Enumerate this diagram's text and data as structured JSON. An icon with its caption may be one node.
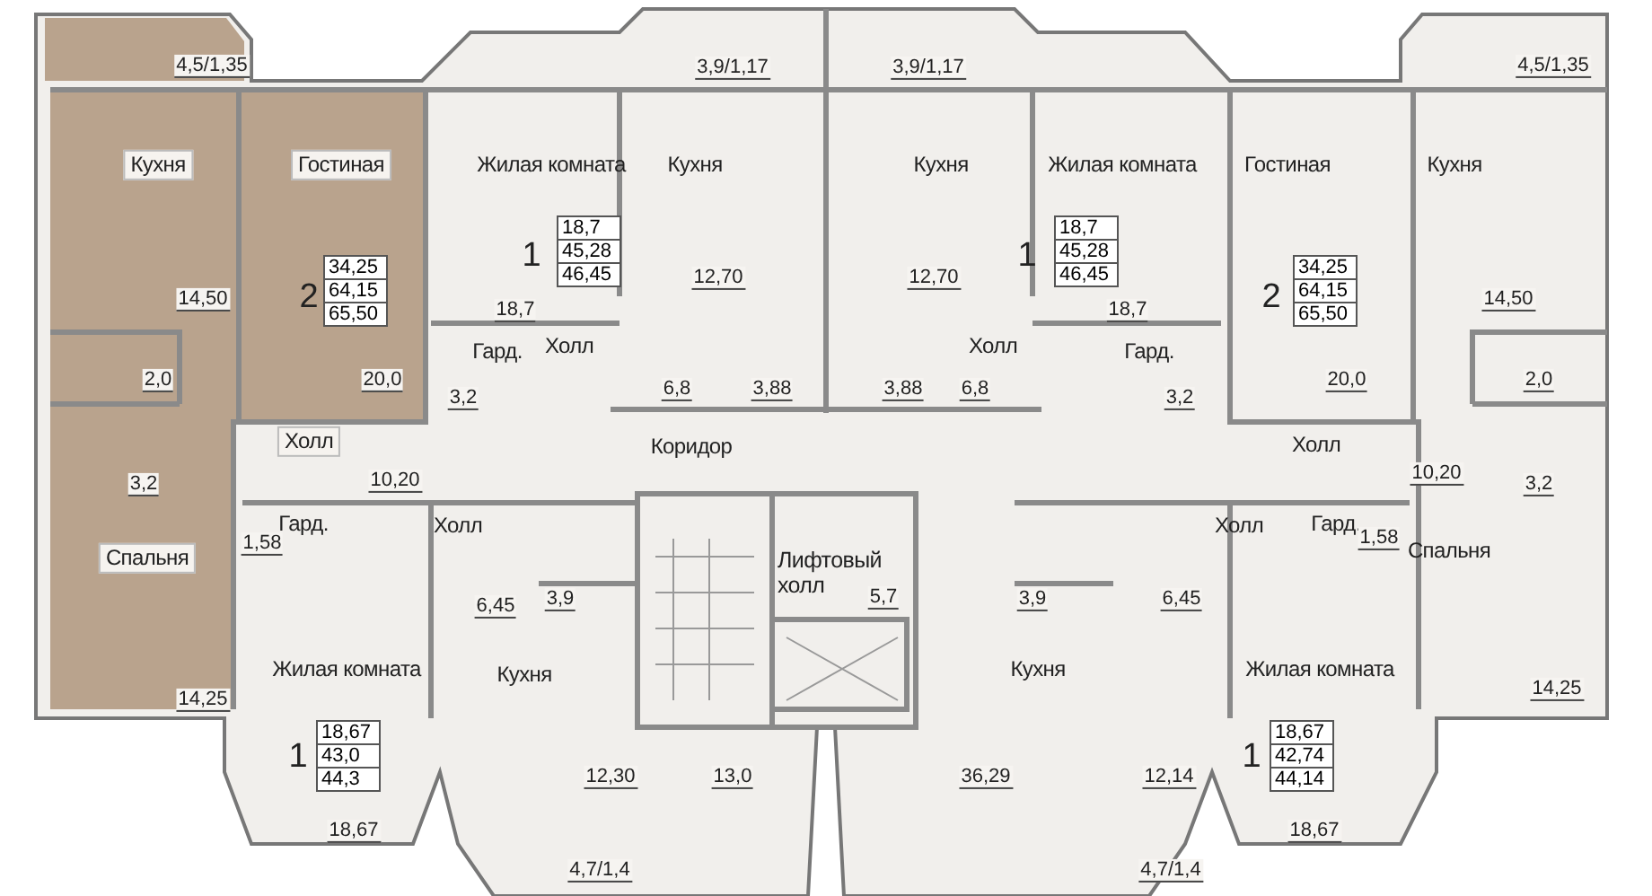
{
  "diagram": {
    "nodes": [
      {
        "text": [
          "34,25",
          "64,15",
          "65,50"
        ],
        "beside": [
          "2"
        ]
      },
      {
        "text": [
          "18,7",
          "45,28",
          "46,45"
        ],
        "beside": [
          "1"
        ]
      },
      {
        "text": [
          "18,7",
          "45,28",
          "46,45"
        ],
        "beside": [
          "1"
        ]
      },
      {
        "text": [
          "34,25",
          "64,15",
          "65,50"
        ],
        "beside": [
          "2"
        ]
      },
      {
        "text": [
          "18,67",
          "43,0",
          "44,3"
        ],
        "beside": [
          "1"
        ]
      },
      {
        "text": [
          "18,67",
          "42,74",
          "44,14"
        ],
        "beside": [
          "1"
        ]
      }
    ],
    "labels": [
      "4,5/1,35",
      "3,9/1,17",
      "3,9/1,17",
      "4,5/1,35",
      "Кухня",
      "Гостиная",
      "Жилая комната",
      "Кухня",
      "Кухня",
      "Жилая комната",
      "Гостиная",
      "Кухня",
      "12,70",
      "12,70",
      "14,50",
      "18,7",
      "18,7",
      "14,50",
      "Гард.",
      "Холл",
      "Холл",
      "Гард.",
      "2,0",
      "20,0",
      "6,8",
      "3,88",
      "3,88",
      "6,8",
      "20,0",
      "2,0",
      "3,2",
      "3,2",
      "Холл",
      "Коридор",
      "Холл",
      "3,2",
      "10,20",
      "10,20",
      "3,2",
      "Гард.",
      "Холл",
      "Холл",
      "Гард.",
      "1,58",
      "1,58",
      "Спальня",
      "Спальня",
      "Лифтовый холл",
      "6,45",
      "3,9",
      "5,7",
      "3,9",
      "6,45",
      "Жилая комната",
      "Кухня",
      "Кухня",
      "Жилая комната",
      "14,25",
      "14,25",
      "12,30",
      "13,0",
      "36,29",
      "12,14",
      "18,67",
      "18,67",
      "4,7/1,4",
      "4,7/1,4"
    ]
  }
}
